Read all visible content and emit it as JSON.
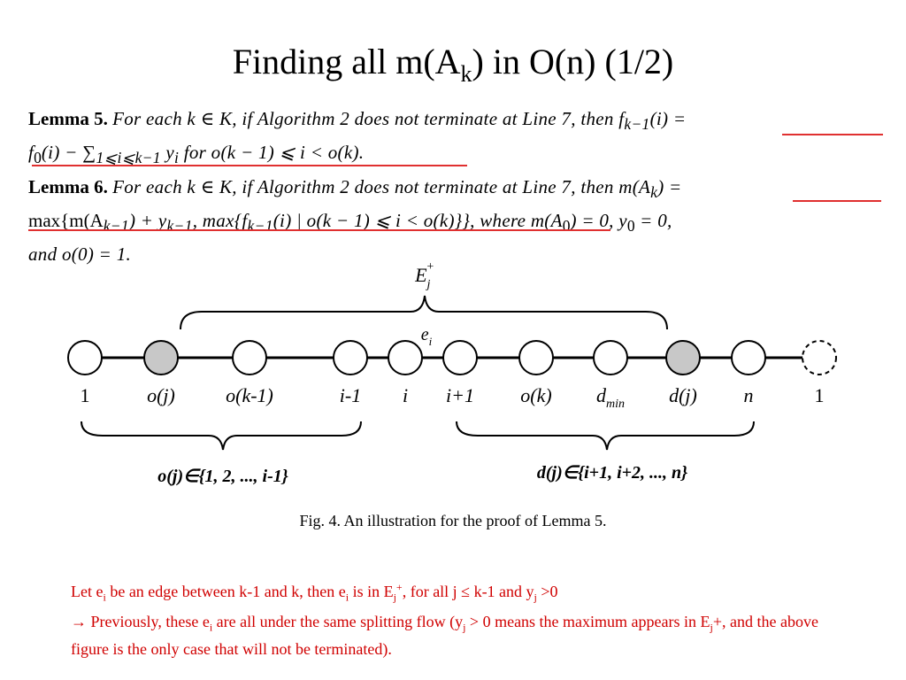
{
  "slide": {
    "title_main": "Finding all m(A",
    "title_sub": "k",
    "title_tail": ") in O(n) (1/2)"
  },
  "lemma5": {
    "label": "Lemma 5.",
    "line1": "For each k ∈ K, if Algorithm 2 does not terminate at Line 7, then f",
    "line1_sub": "k−1",
    "line1_end": "(i) =",
    "line2a": "f",
    "line2a_sub": "0",
    "line2b": "(i) − ∑",
    "line2b_sub": "1⩽i⩽k−1",
    "line2c": " y",
    "line2c_sub": "i",
    "line2d": " for o(k − 1) ⩽ i < o(k)."
  },
  "lemma6": {
    "label": "Lemma 6.",
    "line1": "For each k ∈ K, if Algorithm 2 does not terminate at Line 7, then m(A",
    "line1_sub": "k",
    "line1_end": ") =",
    "line2a": "max{m(A",
    "line2a_sub": "k−1",
    "line2b": ") + y",
    "line2b_sub": "k−1",
    "line2c": ", max{f",
    "line2c_sub": "k−1",
    "line2d": "(i) | o(k − 1) ⩽ i < o(k)}}, where m(A",
    "line2d_sub": "0",
    "line2e": ") = 0, y",
    "line2e_sub": "0",
    "line2f": " = 0,",
    "line3": "and o(0) = 1."
  },
  "diagram": {
    "top_brace_label": "E",
    "top_brace_sub": "j",
    "top_brace_sup": "+",
    "edge_label": "e",
    "edge_sub": "i",
    "nodes": [
      {
        "label": "1",
        "fill": "#ffffff",
        "dashed": false
      },
      {
        "label": "o(j)",
        "fill": "#c8c8c8",
        "dashed": false
      },
      {
        "label": "o(k-1)",
        "fill": "#ffffff",
        "dashed": false
      },
      {
        "label": "i-1",
        "fill": "#ffffff",
        "dashed": false
      },
      {
        "label": "i",
        "fill": "#ffffff",
        "dashed": false
      },
      {
        "label": "i+1",
        "fill": "#ffffff",
        "dashed": false
      },
      {
        "label": "o(k)",
        "fill": "#ffffff",
        "dashed": false
      },
      {
        "label": "d",
        "sub": "min",
        "fill": "#ffffff",
        "dashed": false
      },
      {
        "label": "d(j)",
        "fill": "#c8c8c8",
        "dashed": false
      },
      {
        "label": "n",
        "fill": "#ffffff",
        "dashed": false
      },
      {
        "label": "1",
        "fill": "#ffffff",
        "dashed": true
      }
    ],
    "left_brace_label": "o(j)∈{1, 2, ..., i-1}",
    "right_brace_label": "d(j)∈{i+1, i+2, ..., n}"
  },
  "caption": "Fig. 4. An illustration for the proof of Lemma 5.",
  "notes": {
    "n1_a": "Let e",
    "n1_a_sub": "i",
    "n1_b": " be an edge between k-1 and k, then e",
    "n1_b_sub": "i",
    "n1_c": " is in E",
    "n1_c_sub": "j",
    "n1_c_sup": "+",
    "n1_d": ", for all j ≤ k-1 and y",
    "n1_d_sub": "j",
    "n1_e": " >0",
    "n2_a": "→ Previously, these e",
    "n2_a_sub": "i",
    "n2_b": " are all under the same splitting flow (y",
    "n2_b_sub": "j",
    "n2_c": " > 0 means the maximum appears in E",
    "n2_c_sub": "j",
    "n2_d": "+, and the above figure is the only case that will not be terminated)."
  },
  "colors": {
    "accent": "#d00000",
    "underline": "#e03030",
    "shaded_node": "#c8c8c8"
  }
}
